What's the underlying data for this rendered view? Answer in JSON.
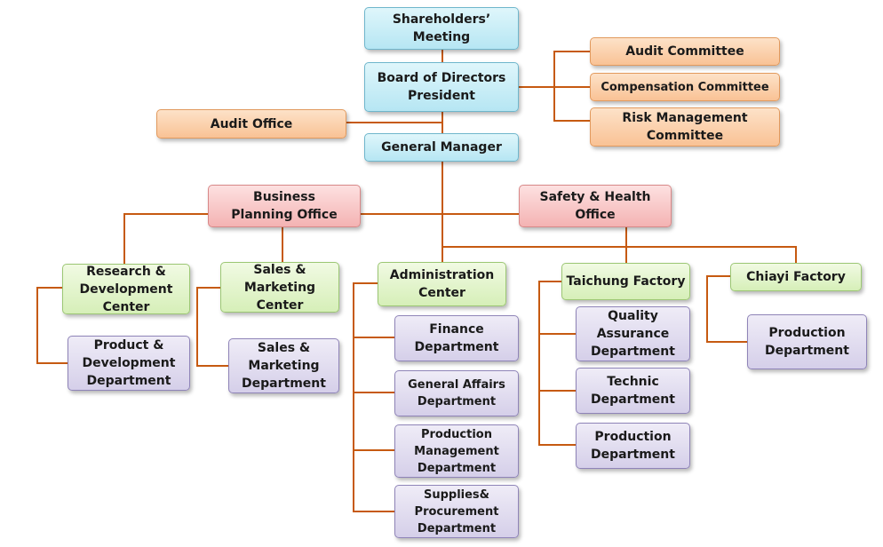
{
  "nodes": {
    "shareholders": "Shareholders’\nMeeting",
    "board": "Board of Directors\nPresident",
    "audit_committee": "Audit  Committee",
    "compensation_committee": "Compensation Committee",
    "risk_committee": "Risk Management\nCommittee",
    "audit_office": "Audit  Office",
    "general_manager": "General Manager",
    "business_planning": "Business\nPlanning Office",
    "safety_health": "Safety & Health\nOffice",
    "rd_center": "Research &\nDevelopment\nCenter",
    "sales_center": "Sales &\nMarketing\nCenter",
    "admin_center": "Administration\nCenter",
    "taichung_factory": "Taichung Factory",
    "chiayi_factory": "Chiayi Factory",
    "product_dev_dept": "Product &\nDevelopment\nDepartment",
    "sales_dept": "Sales &\nMarketing\nDepartment",
    "finance_dept": "Finance\nDepartment",
    "general_affairs_dept": "General Affairs\nDepartment",
    "production_mgmt_dept": "Production\nManagement\nDepartment",
    "supplies_dept": "Supplies&\nProcurement\nDepartment",
    "quality_dept": "Quality\nAssurance\nDepartment",
    "technic_dept": "Technic\nDepartment",
    "taichung_production_dept": "Production\nDepartment",
    "chiayi_production_dept": "Production\nDepartment"
  },
  "colors": {
    "connector": "#c65a11",
    "governance": "#b6e6f3",
    "committee": "#f9c295",
    "office": "#f4b3b3",
    "center": "#d6efb8",
    "department": "#d5cfe9"
  }
}
